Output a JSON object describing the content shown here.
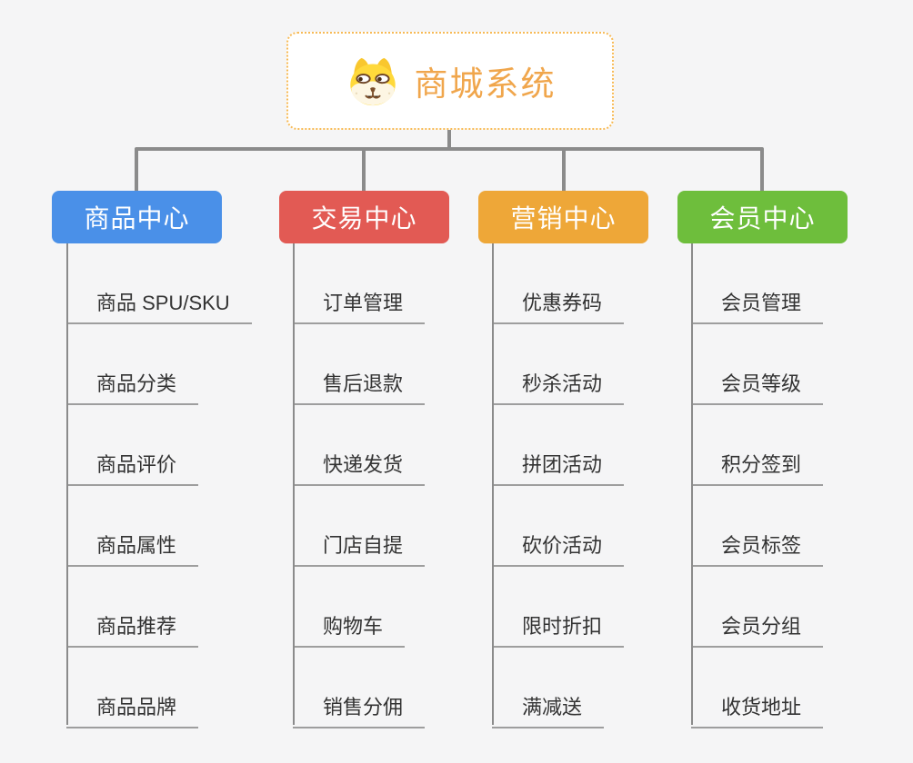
{
  "root": {
    "title": "商城系统",
    "icon": "dog-face-icon"
  },
  "branches": [
    {
      "id": "product-center",
      "label": "商品中心",
      "color": "#4a90e8",
      "children": [
        "商品 SPU/SKU",
        "商品分类",
        "商品评价",
        "商品属性",
        "商品推荐",
        "商品品牌"
      ]
    },
    {
      "id": "trade-center",
      "label": "交易中心",
      "color": "#e25a54",
      "children": [
        "订单管理",
        "售后退款",
        "快递发货",
        "门店自提",
        "购物车",
        "销售分佣"
      ]
    },
    {
      "id": "marketing-center",
      "label": "营销中心",
      "color": "#eea738",
      "children": [
        "优惠券码",
        "秒杀活动",
        "拼团活动",
        "砍价活动",
        "限时折扣",
        "满减送"
      ]
    },
    {
      "id": "member-center",
      "label": "会员中心",
      "color": "#6ebe3c",
      "children": [
        "会员管理",
        "会员等级",
        "积分签到",
        "会员标签",
        "会员分组",
        "收货地址"
      ]
    }
  ],
  "colors": {
    "background": "#f5f5f6",
    "connector": "#8b8b8b",
    "trunk": "#8b8b8b",
    "underline": "#9e9e9e",
    "leaf_text": "#333333",
    "root_border": "#f7ba55",
    "root_title": "#f0a64c"
  }
}
